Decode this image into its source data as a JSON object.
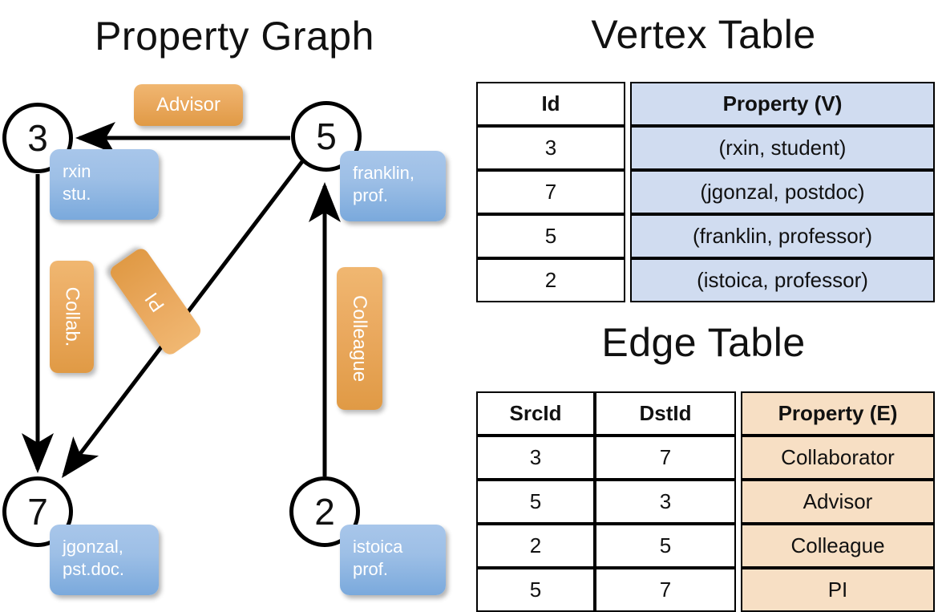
{
  "titles": {
    "property_graph": "Property Graph",
    "vertex_table": "Vertex Table",
    "edge_table": "Edge Table"
  },
  "colors": {
    "vertex_property_fill": "#d0dcf0",
    "edge_property_fill": "#f7dfc4",
    "vertex_box_blue": "#9dbfe6",
    "edge_label_orange": "#eaa95f",
    "stroke": "#000000"
  },
  "graph": {
    "nodes": [
      {
        "id": "3",
        "name": "rxin",
        "role": "stu."
      },
      {
        "id": "5",
        "name": "franklin,",
        "role": "prof."
      },
      {
        "id": "7",
        "name": "jgonzal,",
        "role": "pst.doc."
      },
      {
        "id": "2",
        "name": "istoica",
        "role": "prof."
      }
    ],
    "edge_labels": [
      {
        "text": "Advisor",
        "orientation": "horizontal"
      },
      {
        "text": "Collab.",
        "orientation": "vertical"
      },
      {
        "text": "PI",
        "orientation": "diagonal"
      },
      {
        "text": "Colleague",
        "orientation": "vertical"
      }
    ],
    "edges": [
      {
        "src": "5",
        "dst": "3",
        "label": "Advisor"
      },
      {
        "src": "3",
        "dst": "7",
        "label": "Collab."
      },
      {
        "src": "5",
        "dst": "7",
        "label": "PI"
      },
      {
        "src": "2",
        "dst": "5",
        "label": "Colleague"
      }
    ]
  },
  "vertex_table": {
    "headers": [
      "Id",
      "Property (V)"
    ],
    "rows": [
      {
        "id": "3",
        "property": "(rxin, student)"
      },
      {
        "id": "7",
        "property": "(jgonzal, postdoc)"
      },
      {
        "id": "5",
        "property": "(franklin, professor)"
      },
      {
        "id": "2",
        "property": "(istoica, professor)"
      }
    ]
  },
  "edge_table": {
    "headers": [
      "SrcId",
      "DstId",
      "Property (E)"
    ],
    "rows": [
      {
        "src": "3",
        "dst": "7",
        "property": "Collaborator"
      },
      {
        "src": "5",
        "dst": "3",
        "property": "Advisor"
      },
      {
        "src": "2",
        "dst": "5",
        "property": "Colleague"
      },
      {
        "src": "5",
        "dst": "7",
        "property": "PI"
      }
    ]
  }
}
